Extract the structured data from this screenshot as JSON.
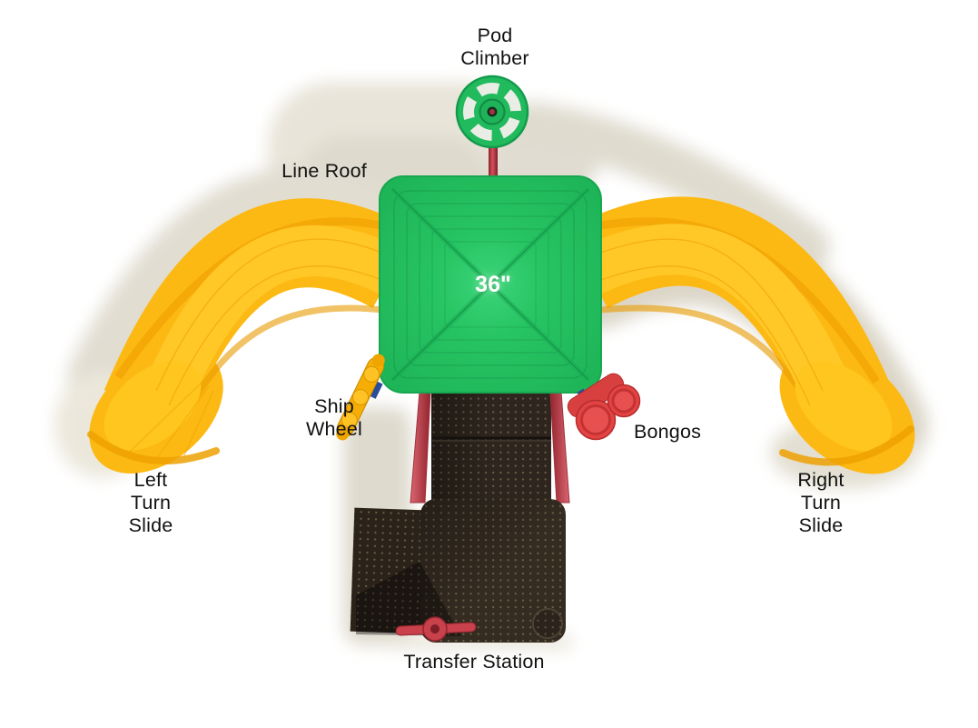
{
  "diagram": {
    "subject": "playground-play-structure-top-view",
    "labels": {
      "pod_climber": "Pod\nClimber",
      "line_roof": "Line Roof",
      "roof_size": "36\"",
      "ship_wheel": "Ship\nWheel",
      "bongos": "Bongos",
      "left_turn_slide": "Left\nTurn\nSlide",
      "right_turn_slide": "Right\nTurn\nSlide",
      "transfer_station": "Transfer Station"
    },
    "colors": {
      "background": "#FFFFFF",
      "roof_green": "#23C05F",
      "pod_climber_green": "#21BA5D",
      "slide_yellow": "#FDB913",
      "slide_shade_orange": "#F0A204",
      "deck_brown": "#332A20",
      "rail_red": "#C7515B",
      "pole_red": "#B5323C",
      "bongo_red": "#E34343",
      "bracket_blue": "#2B4C9B",
      "shadow_beige": "#E2DED2",
      "label_text": "#111111",
      "roof_label_text": "#FFFFFF"
    }
  }
}
